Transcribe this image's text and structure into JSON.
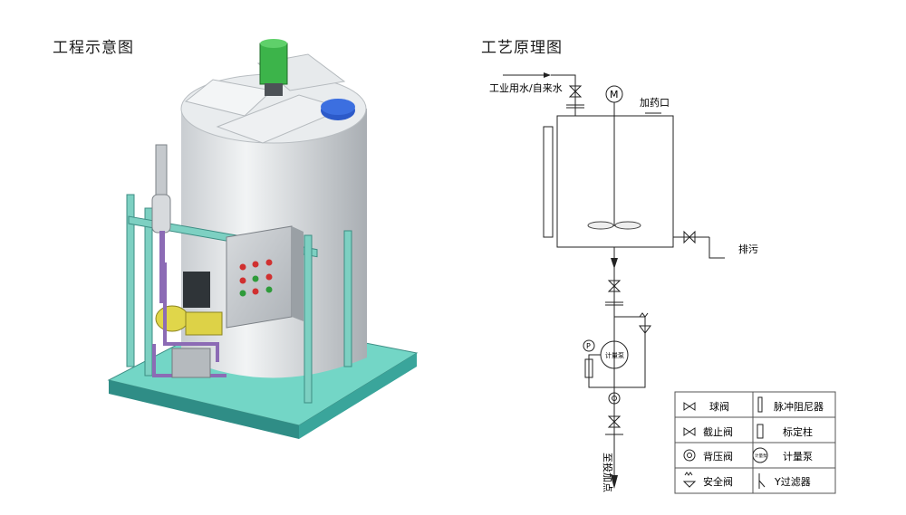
{
  "left_panel": {
    "title": "工程示意图"
  },
  "right_panel": {
    "title": "工艺原理图",
    "labels": {
      "water_inlet": "工业用水/自来水",
      "motor": "M",
      "dosing_port": "加药口",
      "drain": "排污",
      "pump": "计量泵",
      "outlet": "至投加点",
      "gauge": "P"
    }
  },
  "legend": {
    "items": [
      {
        "icon": "ball-valve-icon",
        "label": "球阀"
      },
      {
        "icon": "pulsation-damper-icon",
        "label": "脉冲阻尼器"
      },
      {
        "icon": "globe-valve-icon",
        "label": "截止阀"
      },
      {
        "icon": "calibration-column-icon",
        "label": "标定柱"
      },
      {
        "icon": "back-pressure-valve-icon",
        "label": "背压阀"
      },
      {
        "icon": "metering-pump-icon",
        "label": "计量泵"
      },
      {
        "icon": "safety-valve-icon",
        "label": "安全阀"
      },
      {
        "icon": "y-strainer-icon",
        "label": "Y过滤器"
      }
    ],
    "pump_icon_text": "计量泵"
  },
  "colors": {
    "tank": "#e4e7ea",
    "base": "#6fd4c4",
    "frame": "#7dcfc3",
    "motor": "#3cb44a",
    "pump": "#e0d64a",
    "lid_cap": "#2a58c8"
  }
}
